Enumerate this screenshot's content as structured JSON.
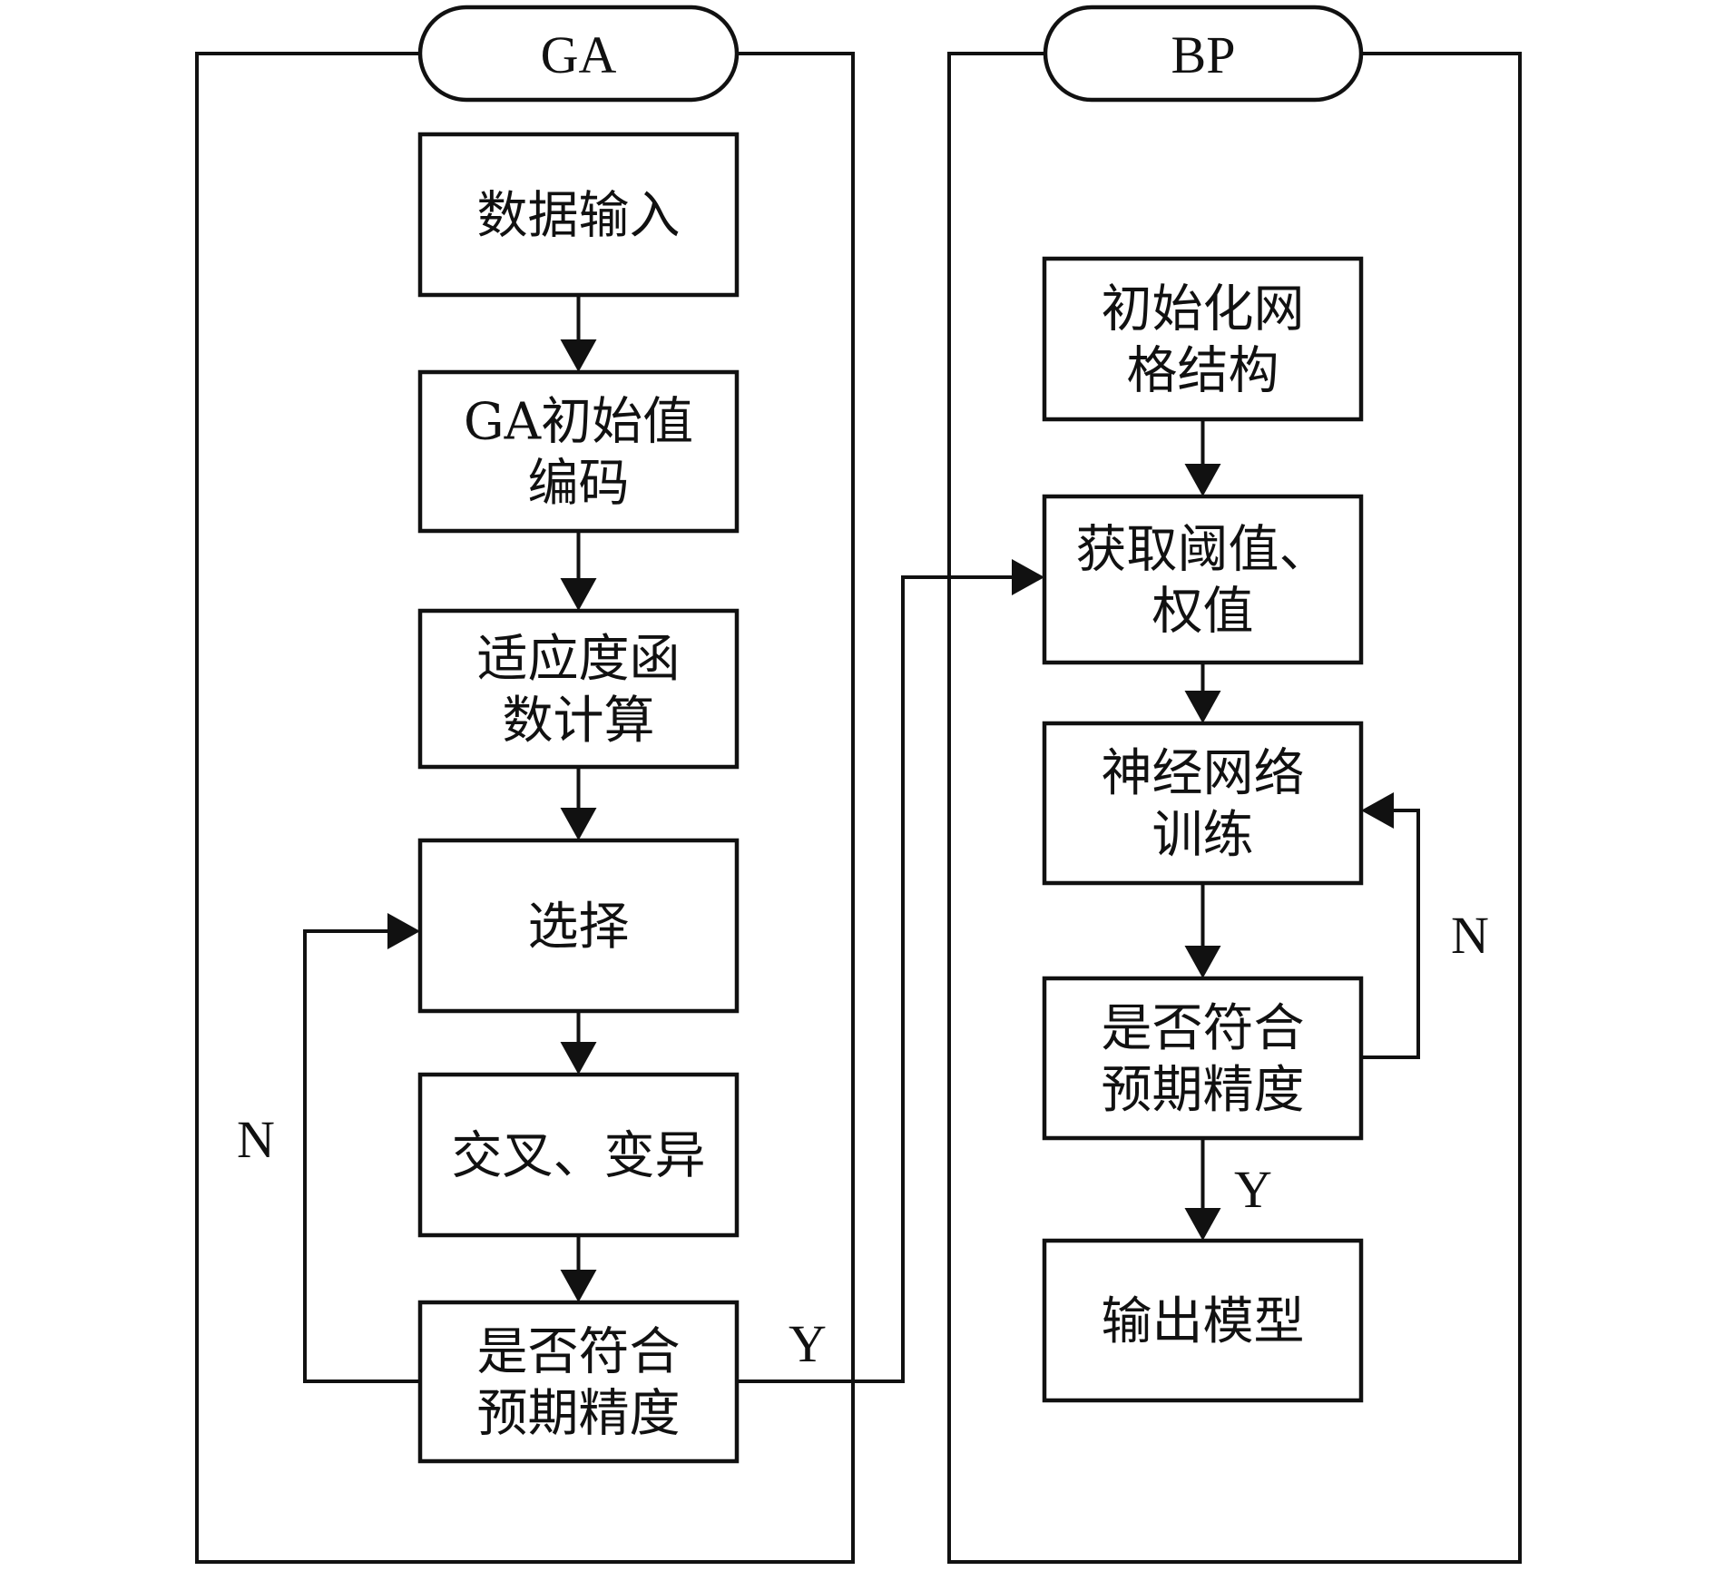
{
  "diagram": {
    "type": "flowchart",
    "accent_color": "#111111",
    "background_color": "#ffffff",
    "panels": [
      {
        "id": "ga",
        "title": "GA",
        "nodes": [
          {
            "id": "ga-1",
            "lines": [
              "数据输入"
            ]
          },
          {
            "id": "ga-2",
            "lines": [
              "GA初始值",
              "编码"
            ]
          },
          {
            "id": "ga-3",
            "lines": [
              "适应度函",
              "数计算"
            ]
          },
          {
            "id": "ga-4",
            "lines": [
              "选择"
            ]
          },
          {
            "id": "ga-5",
            "lines": [
              "交叉、变异"
            ]
          },
          {
            "id": "ga-6",
            "lines": [
              "是否符合",
              "预期精度"
            ]
          }
        ],
        "loop_label": "N",
        "exit_label": "Y"
      },
      {
        "id": "bp",
        "title": "BP",
        "nodes": [
          {
            "id": "bp-1",
            "lines": [
              "初始化网",
              "格结构"
            ]
          },
          {
            "id": "bp-2",
            "lines": [
              "获取阈值、",
              "权值"
            ]
          },
          {
            "id": "bp-3",
            "lines": [
              "神经网络",
              "训练"
            ]
          },
          {
            "id": "bp-4",
            "lines": [
              "是否符合",
              "预期精度"
            ]
          },
          {
            "id": "bp-5",
            "lines": [
              "输出模型"
            ]
          }
        ],
        "loop_label": "N",
        "exit_label": "Y"
      }
    ],
    "edges": [
      {
        "from": "ga-1",
        "to": "ga-2"
      },
      {
        "from": "ga-2",
        "to": "ga-3"
      },
      {
        "from": "ga-3",
        "to": "ga-4"
      },
      {
        "from": "ga-4",
        "to": "ga-5"
      },
      {
        "from": "ga-5",
        "to": "ga-6"
      },
      {
        "from": "ga-6",
        "to": "ga-4",
        "label": "N"
      },
      {
        "from": "ga-6",
        "to": "bp-2",
        "label": "Y"
      },
      {
        "from": "bp-1",
        "to": "bp-2"
      },
      {
        "from": "bp-2",
        "to": "bp-3"
      },
      {
        "from": "bp-3",
        "to": "bp-4"
      },
      {
        "from": "bp-4",
        "to": "bp-3",
        "label": "N"
      },
      {
        "from": "bp-4",
        "to": "bp-5",
        "label": "Y"
      }
    ]
  }
}
